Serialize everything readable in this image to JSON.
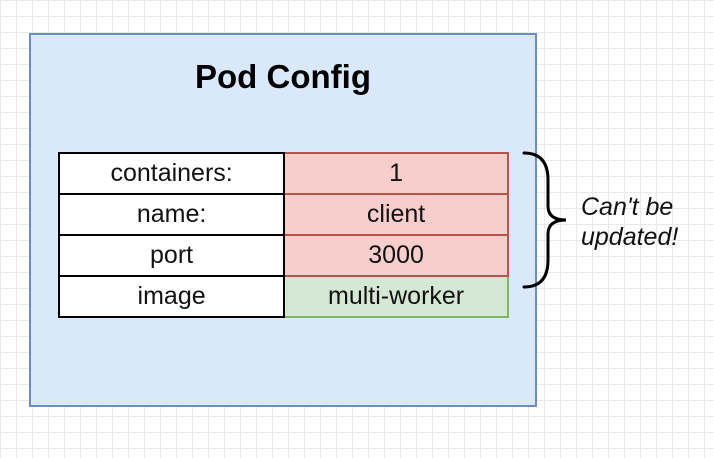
{
  "title": "Pod Config",
  "rows": [
    {
      "key": "containers:",
      "value": "1",
      "updatable": false
    },
    {
      "key": "name:",
      "value": "client",
      "updatable": false
    },
    {
      "key": "port",
      "value": "3000",
      "updatable": false
    },
    {
      "key": "image",
      "value": "multi-worker",
      "updatable": true
    }
  ],
  "note": {
    "line1": "Can't be",
    "line2": "updated!"
  },
  "colors": {
    "pod_fill": "#dae8fc",
    "pod_stroke": "#6c8ebf",
    "locked_fill": "#f8cecc",
    "locked_stroke": "#b85450",
    "open_fill": "#d5e8d4",
    "open_stroke": "#82b366"
  }
}
